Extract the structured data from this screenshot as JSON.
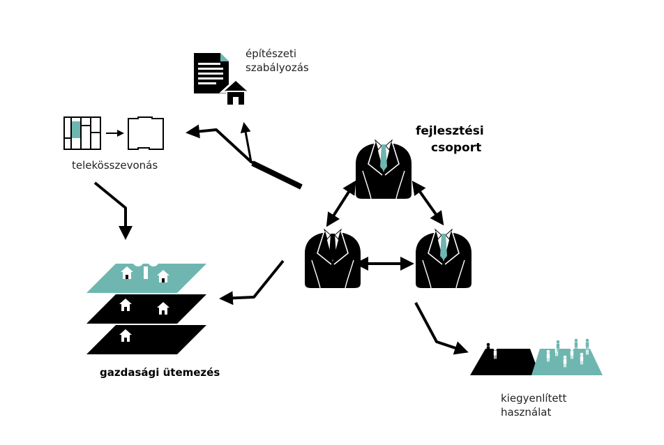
{
  "labels": {
    "architecture_line1": "építészeti",
    "architecture_line2": "szabályozás",
    "consolidation": "telekösszevonás",
    "dev_group_line1": "fejlesztési",
    "dev_group_line2": "csoport",
    "scheduling": "gazdasági ütemezés",
    "balanced_line1": "kiegyenlített",
    "balanced_line2": "használat"
  },
  "colors": {
    "teal": "#6fb6b0",
    "black": "#000000",
    "white": "#ffffff"
  },
  "icons": [
    "document-house-icon",
    "parcel-merge-icon",
    "businessman-icon",
    "layered-plots-icon",
    "balanced-use-icon"
  ]
}
